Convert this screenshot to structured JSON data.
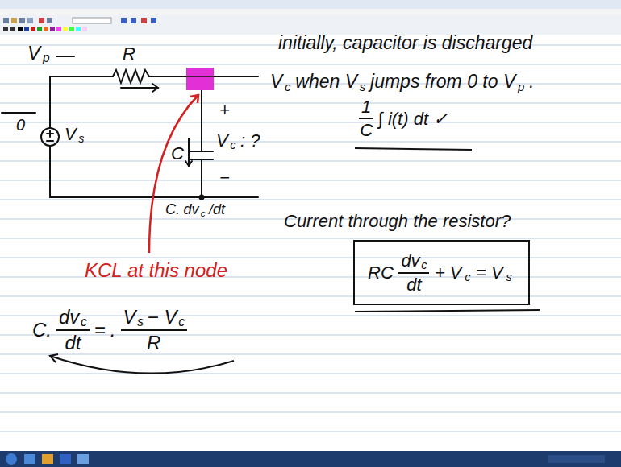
{
  "diagram": {
    "nodes": [
      {
        "text": [
          "RC",
          "dv",
          "c",
          "dt",
          "+ V",
          "c",
          "= V",
          "s"
        ]
      }
    ],
    "labels": [
      "V",
      "p",
      "0",
      "R",
      "V",
      "s",
      "C",
      "+",
      "V",
      "c",
      ": ?",
      "−",
      "C.",
      "dv",
      "c",
      "/dt",
      "KCL at this node",
      "C.",
      "dv",
      "c",
      "dt",
      "=",
      ".",
      "V",
      "s",
      "− V",
      "c",
      "R",
      "initially, capacitor is discharged",
      "V",
      "c",
      "when V",
      "s",
      "jumps from 0 to V",
      "p",
      ".",
      "1",
      "C",
      "∫ i(t) dt",
      "✓",
      "Current through the resistor?"
    ]
  }
}
